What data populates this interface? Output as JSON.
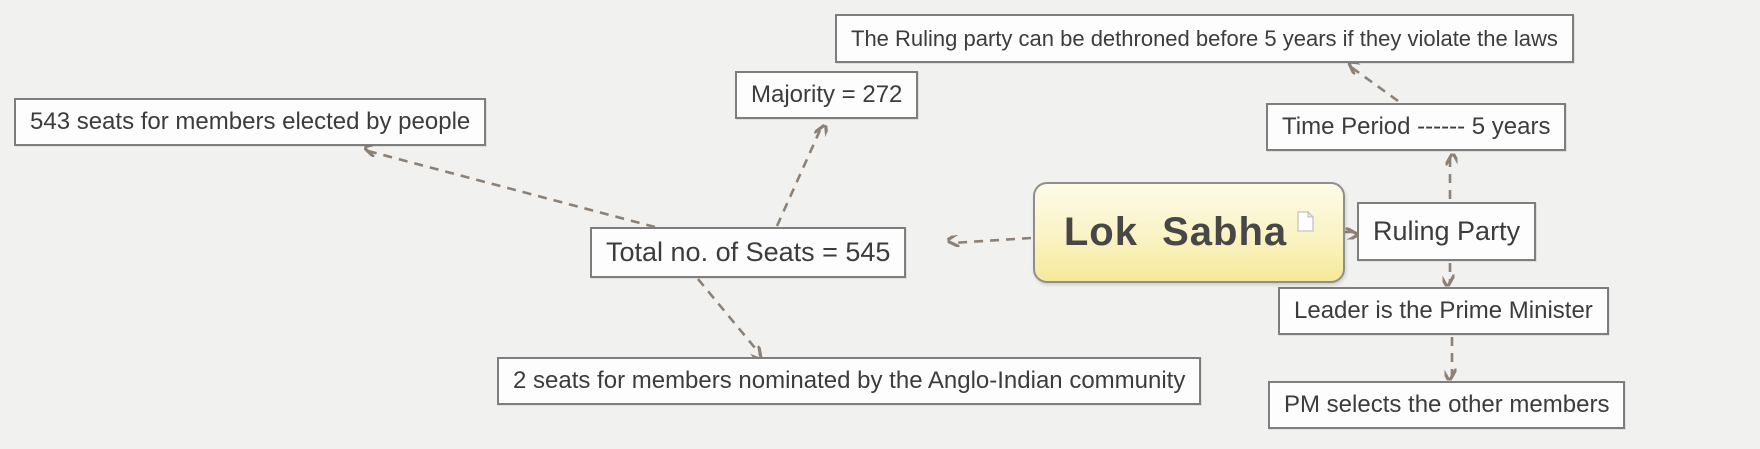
{
  "diagram": {
    "type": "mind-map",
    "topic": "Lok Sabha"
  },
  "root": {
    "label": "Lok Sabha",
    "icon": "note-icon"
  },
  "nodes": {
    "total_seats": "Total no. of Seats = 545",
    "seats_elected": "543 seats for members elected by people",
    "majority": "Majority = 272",
    "seats_nominated": "2 seats for members nominated by the Anglo-Indian community",
    "ruling_party": "Ruling Party",
    "time_period": "Time Period ------ 5 years",
    "dethroned": "The Ruling party can be dethroned before 5 years  if they violate the laws",
    "leader": "Leader is the Prime Minister",
    "pm_selects": "PM selects the other members"
  },
  "edges": [
    {
      "from": "Lok Sabha",
      "to": "Total no. of Seats = 545"
    },
    {
      "from": "Total no. of Seats = 545",
      "to": "543 seats for members elected by people"
    },
    {
      "from": "Total no. of Seats = 545",
      "to": "Majority = 272"
    },
    {
      "from": "Total no. of Seats = 545",
      "to": "2 seats for members nominated by the Anglo-Indian community"
    },
    {
      "from": "Lok Sabha",
      "to": "Ruling Party"
    },
    {
      "from": "Ruling Party",
      "to": "Time Period ------ 5 years"
    },
    {
      "from": "Time Period ------ 5 years",
      "to": "The Ruling party can be dethroned before 5 years  if they violate the laws"
    },
    {
      "from": "Ruling Party",
      "to": "Leader is the Prime Minister"
    },
    {
      "from": "Leader is the Prime Minister",
      "to": "PM selects the other members"
    }
  ],
  "colors": {
    "canvas_background": "#f1f1ef",
    "box_fill": "#fdfdfd",
    "box_border": "#7e7e7e",
    "text": "#3c3c3c",
    "arrow": "#8d8176",
    "root_fill_top": "#fdfbe8",
    "root_fill_bottom": "#f5e999",
    "root_border": "#8f8f8f"
  }
}
